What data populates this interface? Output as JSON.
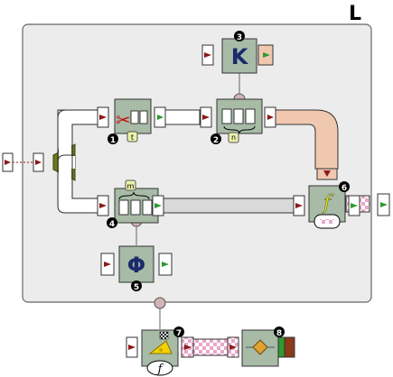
{
  "diagram": {
    "container_label": "L",
    "nodes": [
      {
        "id": "n1",
        "badge": "1",
        "role": "split",
        "icon": "scissors-icon",
        "port_tag": "t"
      },
      {
        "id": "n2",
        "badge": "2",
        "role": "join",
        "icon": "brace-icon",
        "port_tag": "n"
      },
      {
        "id": "n3",
        "badge": "3",
        "role": "key",
        "glyph": "K"
      },
      {
        "id": "n4",
        "badge": "4",
        "role": "split",
        "icon": "brace-icon",
        "port_tag": "m"
      },
      {
        "id": "n5",
        "badge": "5",
        "role": "phi",
        "glyph": "Φ"
      },
      {
        "id": "n6",
        "badge": "6",
        "role": "function",
        "glyph": "f"
      },
      {
        "id": "n7",
        "badge": "7",
        "role": "cheese-filter",
        "icon": "cheese-icon",
        "sub_glyph": "f"
      },
      {
        "id": "n8",
        "badge": "8",
        "role": "decision",
        "icon": "diamond-icon"
      }
    ],
    "colors": {
      "node_fill": "#a7bba7",
      "panel_fill": "#ececec",
      "pipe_gray": "#d9d9d9",
      "pipe_peach": "#f0c8b0",
      "pink_check": "#e9a6c9",
      "source_fill": "#6b7a1f",
      "port_red": "#8b1a1a",
      "port_green": "#2f9a2f",
      "tag_fill": "#eaf1a8",
      "junction_fill": "#d3b4b4"
    }
  }
}
